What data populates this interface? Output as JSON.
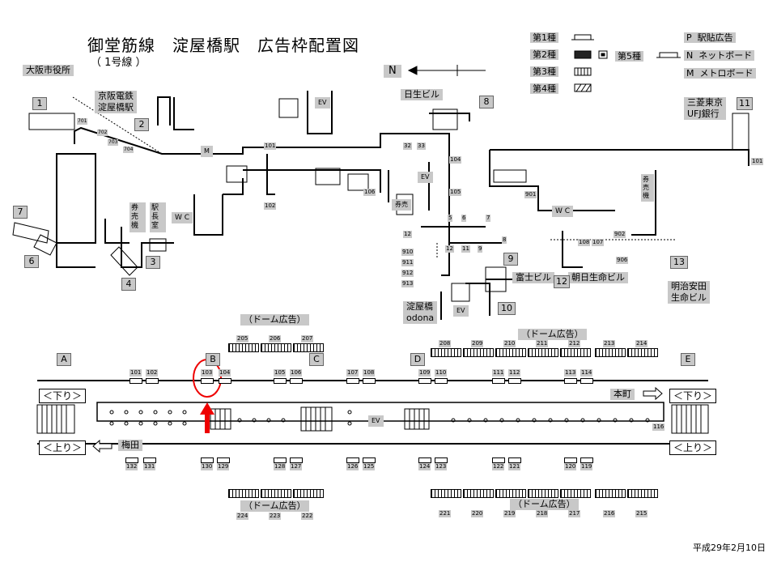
{
  "title": "御堂筋線　淀屋橋駅　広告枠配置図",
  "subtitle": "（ 1号線 ）",
  "date": "平成29年2月10日",
  "legend": {
    "types": [
      "第1種",
      "第2種",
      "第3種",
      "第4種",
      "第5種"
    ],
    "codes": [
      {
        "code": "P",
        "label": "駅貼広告"
      },
      {
        "code": "N",
        "label": "ネットボード"
      },
      {
        "code": "M",
        "label": "メトロボード"
      }
    ],
    "north": "N"
  },
  "landmarks": {
    "city_hall": "大阪市役所",
    "keihan": "京阪電鉄\n淀屋橋駅",
    "nissei": "日生ビル",
    "mufg": "三菱東京\nUFJ銀行",
    "fuji": "富士ビル",
    "asahi": "朝日生命ビル",
    "meiji": "明治安田\n生命ビル",
    "odona": "淀屋橋\nodona"
  },
  "facilities": {
    "ticket_machine": "券売機",
    "station_master": "駅長室",
    "wc": "W C",
    "ev": "EV",
    "m": "M",
    "ticket_short": "券売"
  },
  "exits": [
    "1",
    "2",
    "3",
    "4",
    "6",
    "7",
    "8",
    "9",
    "10",
    "11",
    "12",
    "13"
  ],
  "concourse_tags": [
    "701",
    "702",
    "703",
    "704",
    "101",
    "102",
    "32",
    "33",
    "104",
    "105",
    "106",
    "5",
    "6",
    "7",
    "8",
    "11",
    "12",
    "9",
    "12",
    "910",
    "911",
    "912",
    "913",
    "901",
    "902",
    "108",
    "107",
    "906",
    "101"
  ],
  "platform": {
    "sections": [
      "A",
      "B",
      "C",
      "D",
      "E"
    ],
    "dome_label": "（ドーム広告）",
    "dome_top_left": [
      "205",
      "206",
      "207"
    ],
    "dome_top_right": [
      "208",
      "209",
      "210",
      "211",
      "212",
      "213",
      "214"
    ],
    "dome_bottom_left": [
      "224",
      "223",
      "222"
    ],
    "dome_bottom_right": [
      "221",
      "220",
      "219",
      "218",
      "217",
      "216",
      "215"
    ],
    "top_boards": [
      "101",
      "102",
      "103",
      "104",
      "105",
      "106",
      "107",
      "108",
      "109",
      "110",
      "111",
      "112",
      "113",
      "114"
    ],
    "bottom_boards": [
      "132",
      "131",
      "130",
      "129",
      "128",
      "127",
      "126",
      "125",
      "124",
      "123",
      "122",
      "121",
      "120",
      "119"
    ],
    "board_116": "116",
    "down_label": "＜下り＞",
    "up_label": "＜上り＞",
    "hommachi": "本町",
    "umeda": "梅田",
    "ev": "EV"
  }
}
